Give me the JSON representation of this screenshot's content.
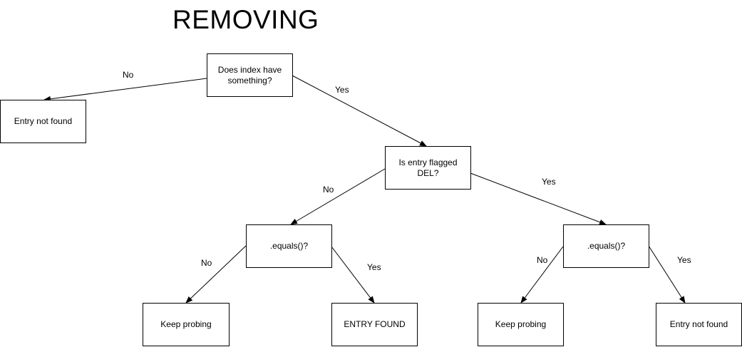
{
  "title": "REMOVING",
  "nodes": {
    "has_something": "Does index have something?",
    "not_found_left": "Entry not found",
    "flagged_del": "Is entry flagged DEL?",
    "equals_left": ".equals()?",
    "equals_right": ".equals()?",
    "keep_probing_left": "Keep probing",
    "entry_found": "ENTRY FOUND",
    "keep_probing_right": "Keep probing",
    "not_found_right": "Entry not found"
  },
  "edge_labels": {
    "has_something_no": "No",
    "has_something_yes": "Yes",
    "flagged_del_no": "No",
    "flagged_del_yes": "Yes",
    "equals_left_no": "No",
    "equals_left_yes": "Yes",
    "equals_right_no": "No",
    "equals_right_yes": "Yes"
  },
  "colors": {
    "stroke": "#000000",
    "background": "#ffffff"
  }
}
